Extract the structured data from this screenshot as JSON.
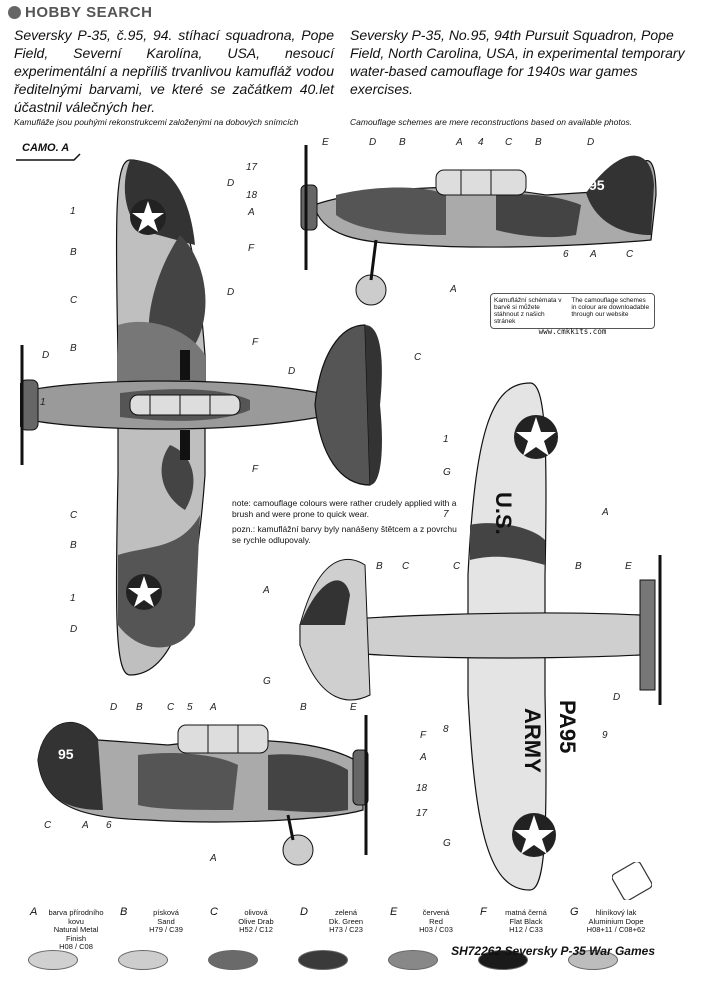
{
  "watermark": "HOBBY SEARCH",
  "intro": {
    "cz": "Seversky P-35, č.95, 94. stíhací squadrona, Pope Field, Severní Karolína, USA, nesoucí experimentální a nepříliš trvanlivou kamufláž vodou ředitelnými barvami, ve které se začátkem 40.let účastnil válečných her.",
    "en": "Seversky P-35, No.95, 94th Pursuit Squadron, Pope Field, North Carolina, USA, in experimental temporary water-based camouflage for 1940s war games exercises."
  },
  "notes": {
    "cz": "Kamufláže jsou pouhými rekonstrukcemi založenými na dobových snímcích",
    "en": "Camouflage schemes are mere reconstructions based on available photos."
  },
  "camo_label": "CAMO. A",
  "remark": {
    "en": "note: camouflage colours were rather crudely applied with a brush and were prone to quick wear.",
    "cz": "pozn.: kamuflážní barvy byly nanášeny štětcem a z povrchu se rychle odlupovaly."
  },
  "info_box": {
    "cz": "Kamuflážní schémata v barvě si můžete stáhnout z našich stránek",
    "en": "The camouflage schemes in colour are downloadable through our website",
    "web": "www.cmkkits.com"
  },
  "markings": {
    "tail_number": "95",
    "wing_us": "U.S.",
    "wing_army": "ARMY",
    "wing_pa": "PA95"
  },
  "callouts": {
    "top_view": [
      "1",
      "B",
      "C",
      "B",
      "D",
      "1",
      "C",
      "B",
      "1",
      "D",
      "D",
      "D",
      "F",
      "F",
      "D",
      "C"
    ],
    "side_view": [
      "E",
      "D",
      "B",
      "A",
      "4",
      "C",
      "B",
      "D",
      "17",
      "18",
      "A",
      "F",
      "6",
      "A",
      "C",
      "A"
    ],
    "bottom_view": [
      "1",
      "G",
      "7",
      "A",
      "B",
      "C",
      "A",
      "C",
      "B",
      "E",
      "D",
      "8",
      "9",
      "G",
      "A",
      "G"
    ],
    "rear_side_view": [
      "D",
      "B",
      "C",
      "5",
      "A",
      "B",
      "E",
      "F",
      "A",
      "18",
      "17",
      "C",
      "A",
      "6",
      "A"
    ]
  },
  "legend": [
    {
      "letter": "A",
      "name": "barva přírodního kovu",
      "en": "Natural Metal Finish",
      "code": "H08 / C08",
      "color": "#d0d0d0"
    },
    {
      "letter": "B",
      "name": "písková",
      "en": "Sand",
      "code": "H79 / C39",
      "color": "#cdcdcd"
    },
    {
      "letter": "C",
      "name": "olivová",
      "en": "Olive Drab",
      "code": "H52 / C12",
      "color": "#6a6a6a"
    },
    {
      "letter": "D",
      "name": "zelená",
      "en": "Dk. Green",
      "code": "H73 / C23",
      "color": "#3a3a3a"
    },
    {
      "letter": "E",
      "name": "červená",
      "en": "Red",
      "code": "H03 / C03",
      "color": "#888888"
    },
    {
      "letter": "F",
      "name": "matná černá",
      "en": "Flat Black",
      "code": "H12 / C33",
      "color": "#1a1a1a"
    },
    {
      "letter": "G",
      "name": "hliníkový lak",
      "en": "Aluminium Dope",
      "code": "H08+11 / C08+62",
      "color": "#bdbdbd"
    }
  ],
  "footer": "SH72262 Seversky P-35 War Games"
}
